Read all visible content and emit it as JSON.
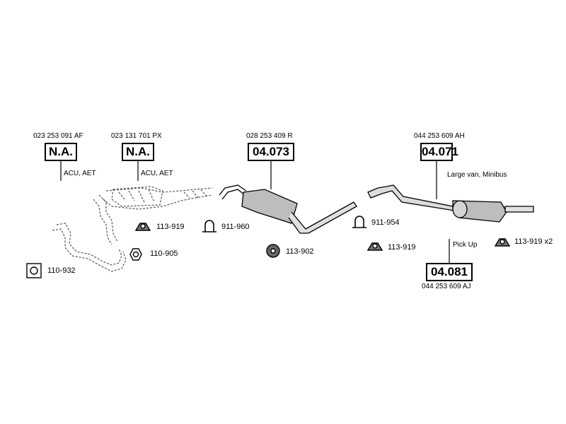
{
  "parts": {
    "p1": {
      "oe": "023 253 091 AF",
      "code": "N.A.",
      "note": "ACU, AET"
    },
    "p2": {
      "oe": "023 131 701 PX",
      "code": "N.A.",
      "note": "ACU, AET"
    },
    "p3": {
      "oe": "028 253 409 R",
      "code": "04.073"
    },
    "p4": {
      "oe": "044 253 609 AH",
      "code": "04.071",
      "note": "Large van, Minibus"
    },
    "p5": {
      "oe": "044 253 609 AJ",
      "code": "04.081",
      "note": "Pick Up"
    }
  },
  "accessories": {
    "a1": "113-919",
    "a2": "911-960",
    "a3": "110-905",
    "a4": "110-932",
    "a5": "113-902",
    "a6": "911-954",
    "a7": "113-919",
    "a8": "113-919 x2"
  }
}
